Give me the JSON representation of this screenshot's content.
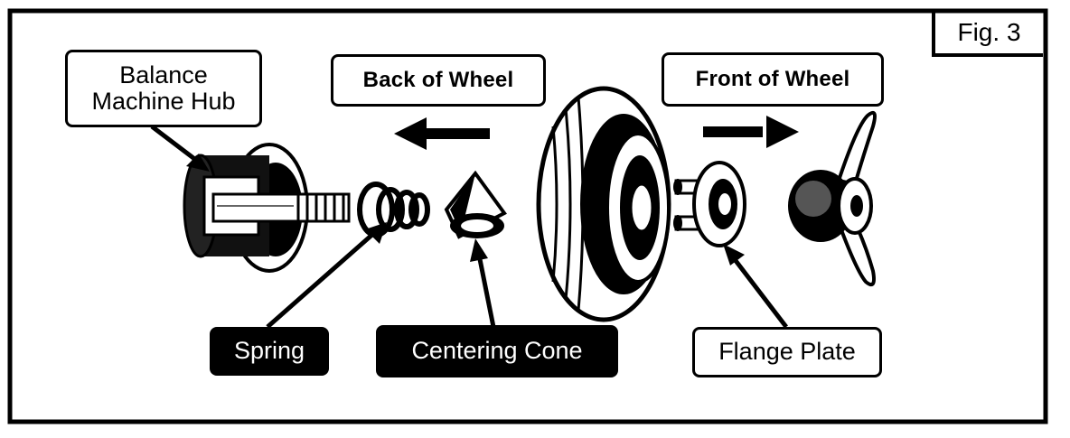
{
  "figure": {
    "label": "Fig. 3"
  },
  "labels": {
    "hub_line1": "Balance",
    "hub_line2": "Machine Hub",
    "back": "Back of Wheel",
    "front": "Front of Wheel",
    "spring": "Spring",
    "cone": "Centering Cone",
    "flange": "Flange Plate"
  },
  "colors": {
    "ink": "#000000",
    "paper": "#ffffff"
  }
}
